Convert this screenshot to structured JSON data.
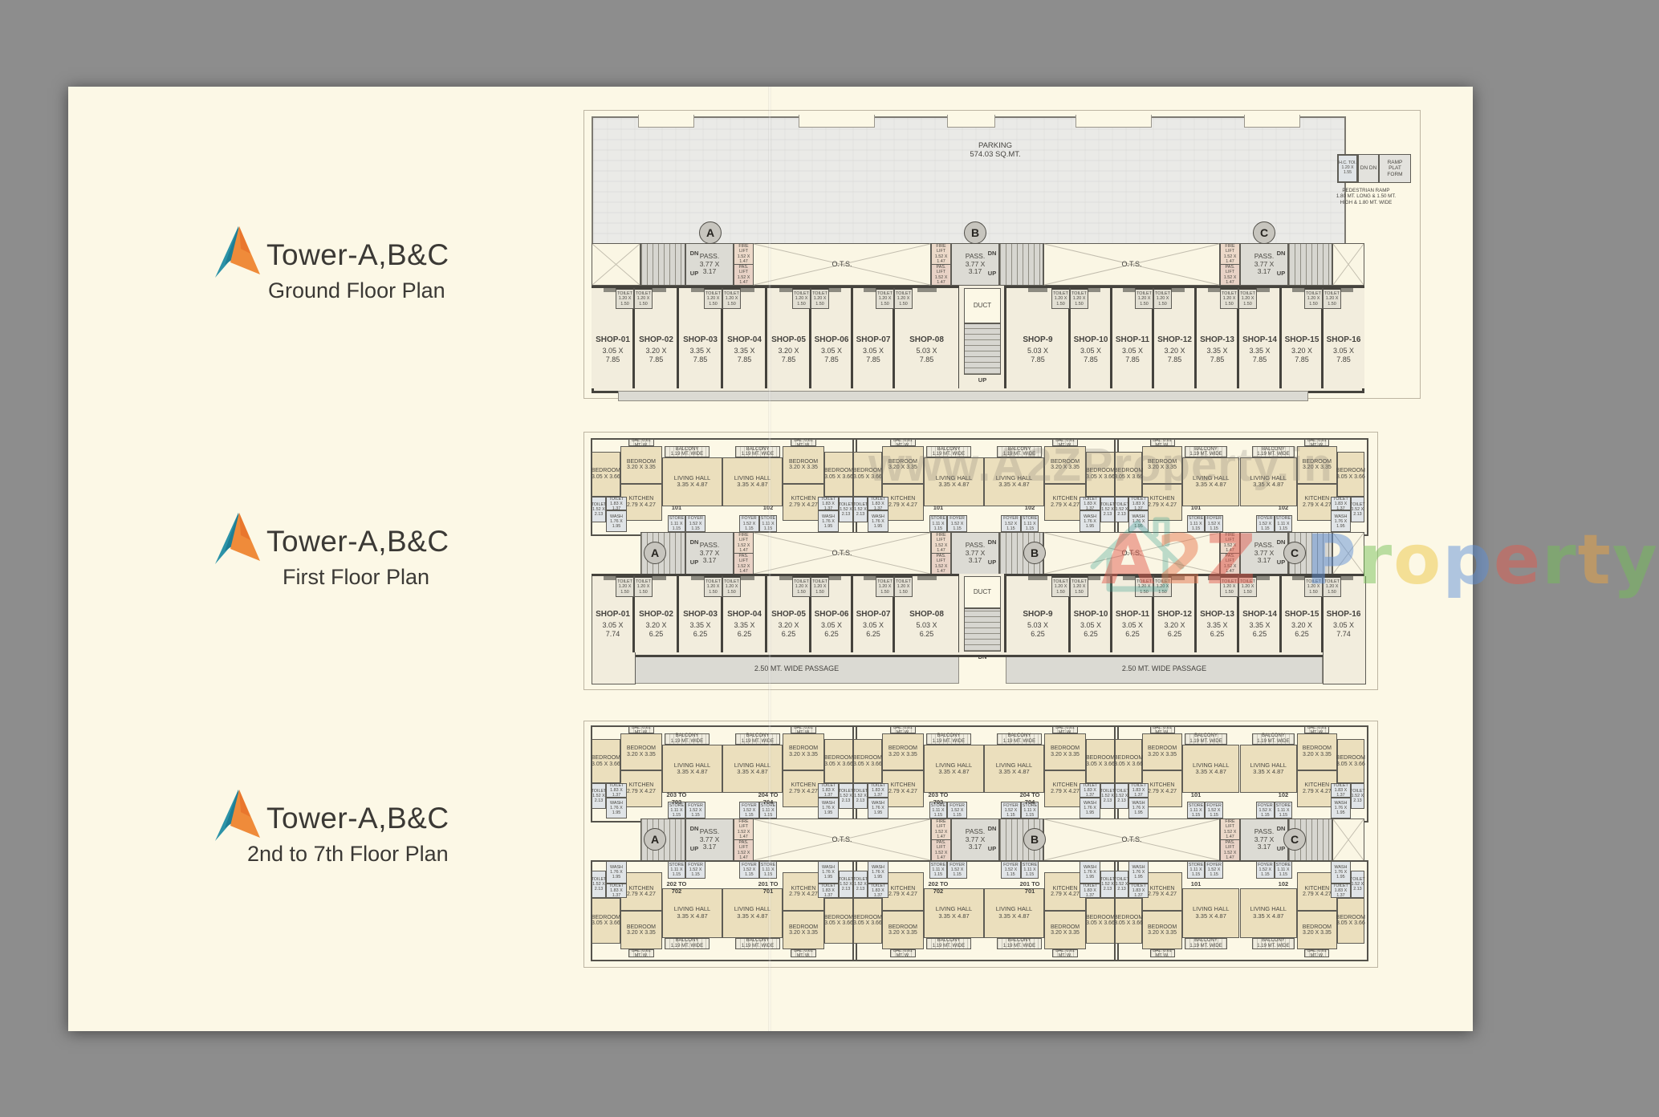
{
  "sections": [
    {
      "title": "Tower-A,B&C",
      "subtitle": "Ground Floor Plan"
    },
    {
      "title": "Tower-A,B&C",
      "subtitle": "First Floor Plan"
    },
    {
      "title": "Tower-A,B&C",
      "subtitle": "2nd to 7th Floor Plan"
    }
  ],
  "watermarks": {
    "url": "www.A2ZProperty.in",
    "brand": "A2Z Property",
    "brand_letters": [
      {
        "ch": "A",
        "c": "#e25a4d"
      },
      {
        "ch": "2",
        "c": "#e8784f"
      },
      {
        "ch": "Z",
        "c": "#e25a4d"
      },
      {
        "ch": " ",
        "c": "#e25a4d"
      },
      {
        "ch": "P",
        "c": "#5c8fd8"
      },
      {
        "ch": "r",
        "c": "#74c055"
      },
      {
        "ch": "o",
        "c": "#edc53e"
      },
      {
        "ch": "p",
        "c": "#5c8fd8"
      },
      {
        "ch": "e",
        "c": "#e25a4d"
      },
      {
        "ch": "r",
        "c": "#74c055"
      },
      {
        "ch": "t",
        "c": "#eda441"
      },
      {
        "ch": "y",
        "c": "#74c055"
      }
    ],
    "accent_teal": "#3aa08e"
  },
  "plan_labels": {
    "parking": [
      "PARKING",
      "574.03 SQ.MT."
    ],
    "pass": [
      "PASS.",
      "3.77 X",
      "3.17"
    ],
    "fire_lift": [
      "FIRE LIFT",
      "1.52 X",
      "1.47"
    ],
    "pass_lift": [
      "PAS. LIFT",
      "1.52 X",
      "1.47"
    ],
    "dn": "DN",
    "up": "UP",
    "dn_dn": "DN  DN",
    "ots": "O.T.S.",
    "duct": "DUCT",
    "toilet_shop": [
      "TOILET",
      "1.20 X",
      "1.50"
    ],
    "hc_toi": [
      "H.C. TOI.",
      "1.20 X",
      "1.55"
    ],
    "ramp_platform": [
      "RAMP",
      "PLAT",
      "FORM"
    ],
    "pedestrian_ramp": [
      "PEDESTRIAN RAMP",
      "1.80 MT. LONG & 1.50 MT.",
      "HIGH & 1.80 MT. WIDE"
    ],
    "passage": "2.50 MT. WIDE PASSAGE",
    "circles": [
      "A",
      "B",
      "C"
    ]
  },
  "rooms": {
    "bedroom1": [
      "BEDROOM",
      "3.05 X 3.66"
    ],
    "bedroom2": [
      "BEDROOM",
      "3.20 X 3.35"
    ],
    "balcony": [
      "BALCONY",
      "1.19 MT. WIDE"
    ],
    "bal_small": [
      "BAL. 0.61",
      "MT. W."
    ],
    "living": [
      "LIVING HALL",
      "3.35 X 4.87"
    ],
    "kitchen": [
      "KITCHEN",
      "2.79 X 4.27"
    ],
    "toilet_l": [
      "TOILET",
      "1.52 X",
      "2.13"
    ],
    "toilet_s": [
      "TOILET",
      "1.83 X 1.37"
    ],
    "wash": [
      "WASH",
      "1.76 X",
      "1.95"
    ],
    "store": [
      "STORE",
      "1.11 X",
      "1.15"
    ],
    "foyer": [
      "FOYER",
      "1.52 X",
      "1.15"
    ]
  },
  "ground_floor": {
    "shops": [
      {
        "name": "SHOP-01",
        "dim": [
          "3.05 X",
          "7.85"
        ]
      },
      {
        "name": "SHOP-02",
        "dim": [
          "3.20 X",
          "7.85"
        ]
      },
      {
        "name": "SHOP-03",
        "dim": [
          "3.35 X",
          "7.85"
        ]
      },
      {
        "name": "SHOP-04",
        "dim": [
          "3.35 X",
          "7.85"
        ]
      },
      {
        "name": "SHOP-05",
        "dim": [
          "3.20 X",
          "7.85"
        ]
      },
      {
        "name": "SHOP-06",
        "dim": [
          "3.05 X",
          "7.85"
        ]
      },
      {
        "name": "SHOP-07",
        "dim": [
          "3.05 X",
          "7.85"
        ]
      },
      {
        "name": "SHOP-08",
        "dim": [
          "5.03 X",
          "7.85"
        ]
      },
      {
        "name": "SHOP-9",
        "dim": [
          "5.03 X",
          "7.85"
        ]
      },
      {
        "name": "SHOP-10",
        "dim": [
          "3.05 X",
          "7.85"
        ]
      },
      {
        "name": "SHOP-11",
        "dim": [
          "3.05 X",
          "7.85"
        ]
      },
      {
        "name": "SHOP-12",
        "dim": [
          "3.20 X",
          "7.85"
        ]
      },
      {
        "name": "SHOP-13",
        "dim": [
          "3.35 X",
          "7.85"
        ]
      },
      {
        "name": "SHOP-14",
        "dim": [
          "3.35 X",
          "7.85"
        ]
      },
      {
        "name": "SHOP-15",
        "dim": [
          "3.20 X",
          "7.85"
        ]
      },
      {
        "name": "SHOP-16",
        "dim": [
          "3.05 X",
          "7.85"
        ]
      }
    ]
  },
  "first_floor": {
    "units": [
      "101",
      "102"
    ],
    "shops": [
      {
        "name": "SHOP-01",
        "dim": [
          "3.05 X",
          "7.74"
        ]
      },
      {
        "name": "SHOP-02",
        "dim": [
          "3.20 X",
          "6.25"
        ]
      },
      {
        "name": "SHOP-03",
        "dim": [
          "3.35 X",
          "6.25"
        ]
      },
      {
        "name": "SHOP-04",
        "dim": [
          "3.35 X",
          "6.25"
        ]
      },
      {
        "name": "SHOP-05",
        "dim": [
          "3.20 X",
          "6.25"
        ]
      },
      {
        "name": "SHOP-06",
        "dim": [
          "3.05 X",
          "6.25"
        ]
      },
      {
        "name": "SHOP-07",
        "dim": [
          "3.05 X",
          "6.25"
        ]
      },
      {
        "name": "SHOP-08",
        "dim": [
          "5.03 X",
          "6.25"
        ]
      },
      {
        "name": "SHOP-9",
        "dim": [
          "5.03 X",
          "6.25"
        ]
      },
      {
        "name": "SHOP-10",
        "dim": [
          "3.05 X",
          "6.25"
        ]
      },
      {
        "name": "SHOP-11",
        "dim": [
          "3.05 X",
          "6.25"
        ]
      },
      {
        "name": "SHOP-12",
        "dim": [
          "3.20 X",
          "6.25"
        ]
      },
      {
        "name": "SHOP-13",
        "dim": [
          "3.35 X",
          "6.25"
        ]
      },
      {
        "name": "SHOP-14",
        "dim": [
          "3.35 X",
          "6.25"
        ]
      },
      {
        "name": "SHOP-15",
        "dim": [
          "3.20 X",
          "6.25"
        ]
      },
      {
        "name": "SHOP-16",
        "dim": [
          "3.05 X",
          "7.74"
        ]
      }
    ]
  },
  "upper_floor": {
    "units_top": [
      [
        "203 TO 703",
        "204 TO 704"
      ],
      [
        "203 TO 703",
        "204 TO 704"
      ],
      [
        "101",
        "102"
      ]
    ],
    "units_bottom": [
      [
        "202 TO 702",
        "201 TO 701"
      ],
      [
        "202 TO 702",
        "201 TO 701"
      ],
      [
        "101",
        "102"
      ]
    ]
  }
}
